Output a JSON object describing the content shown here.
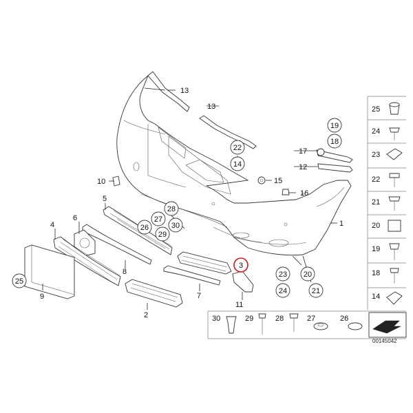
{
  "diagram": {
    "callouts": {
      "p1": "1",
      "p2": "2",
      "p3": "3",
      "p4": "4",
      "p5": "5",
      "p6": "6",
      "p7": "7",
      "p8": "8",
      "p9": "9",
      "p10": "10",
      "p11": "11",
      "p12": "12",
      "p13a": "13",
      "p13b": "13",
      "p14": "14",
      "p15": "15",
      "p16": "16",
      "p17": "17",
      "p18": "18",
      "p19": "19",
      "p20": "20",
      "p21": "21",
      "p22": "22",
      "p23": "23",
      "p24": "24",
      "p25": "25",
      "p26": "26",
      "p27": "27",
      "p28": "28",
      "p29": "29",
      "p30": "30",
      "c14": "14",
      "c18": "18",
      "c19": "19",
      "c20": "20",
      "c21": "21",
      "c22": "22",
      "c23": "23",
      "c24": "24",
      "c25": "25"
    },
    "sidebar": [
      "25",
      "24",
      "23",
      "22",
      "21",
      "20",
      "19",
      "18",
      "14"
    ],
    "bottom_row": [
      "30",
      "29",
      "28",
      "27",
      "26"
    ],
    "highlighted_callout": "3",
    "highlight_color": "#cc1a1a",
    "diagram_code": "00145042"
  }
}
